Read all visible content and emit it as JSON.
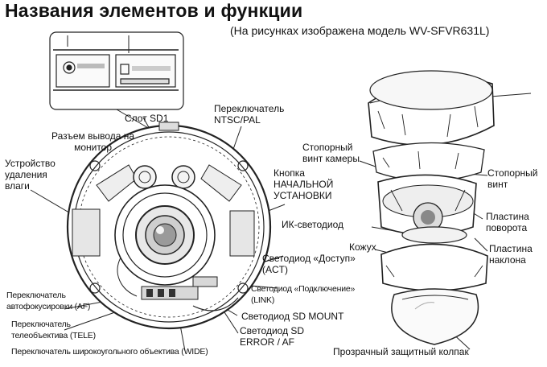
{
  "header": {
    "title": "Названия элементов и функции",
    "subtitle": "(На рисунках изображена модель WV-SFVR631L)"
  },
  "labels": {
    "sd_slot": "Слот SD1",
    "ntsc_switch_l1": "Переключатель",
    "ntsc_switch_l2": "NTSC/PAL",
    "monitor_out_l1": "Разъем вывода на",
    "monitor_out_l2": "монитор",
    "dehumid_l1": "Устройство",
    "dehumid_l2": "удаления",
    "dehumid_l3": "влаги",
    "init_btn_l1": "Кнопка",
    "init_btn_l2": "НАЧАЛЬНОЙ",
    "init_btn_l3": "УСТАНОВКИ",
    "ir_led": "ИК-светодиод",
    "access_led_l1": "Светодиод «Доступ»",
    "access_led_l2": "(ACT)",
    "link_led_l1": "Светодиод «Подключение»",
    "link_led_l2": "(LINK)",
    "af_switch_l1": "Переключатель",
    "af_switch_l2": "автофокусировки (AF)",
    "tele_switch_l1": "Переключатель",
    "tele_switch_l2": "телеобъектива (TELE)",
    "wide_switch": "Переключатель широкоугольного объектива (WIDE)",
    "sd_mount_led": "Светодиод SD MOUNT",
    "sd_error_l1": "Светодиод SD",
    "sd_error_l2": "ERROR / AF",
    "cam_screw_l1": "Стопорный",
    "cam_screw_l2": "винт камеры",
    "lock_screw_l1": "Стопорный",
    "lock_screw_l2": "винт",
    "pan_plate_l1": "Пластина",
    "pan_plate_l2": "поворота",
    "tilt_plate_l1": "Пластина",
    "tilt_plate_l2": "наклона",
    "casing": "Кожух",
    "dome_cover": "Прозрачный защитный колпак"
  },
  "colors": {
    "ink": "#111111",
    "line": "#222222",
    "shade": "#cfcfcf"
  }
}
